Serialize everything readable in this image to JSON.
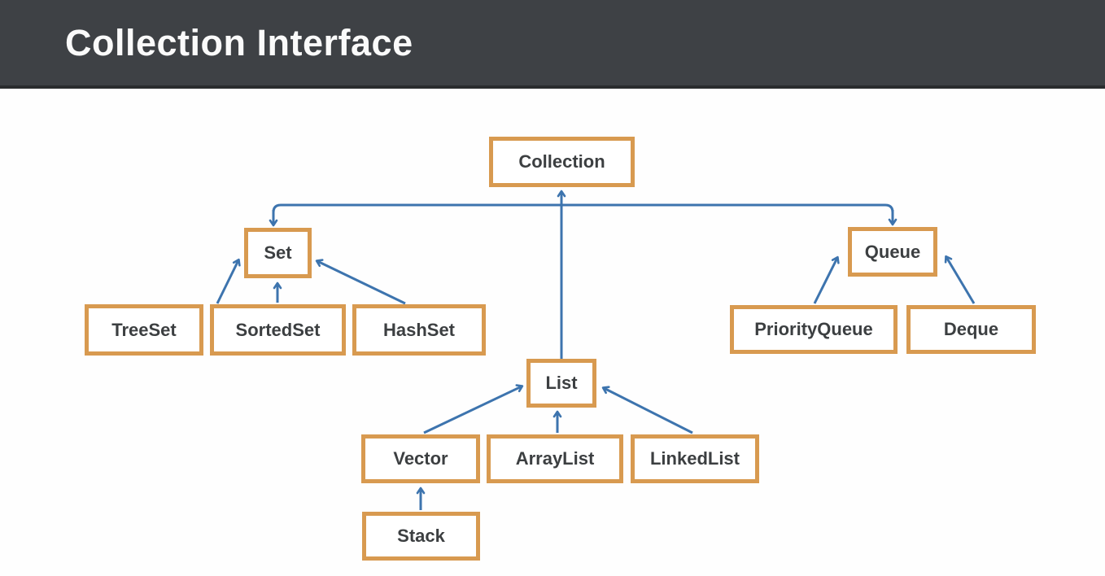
{
  "title": "Collection Interface",
  "colors": {
    "accent_orange": "#D89A50",
    "arrow_blue": "#3D74AE",
    "header_bg": "#3E4145",
    "header_border": "#2A2C2E",
    "node_text": "#3C3F41",
    "canvas_bg": "#FEFEFE",
    "title_color": "#FAFAFA"
  },
  "nodes": {
    "collection": "Collection",
    "set": "Set",
    "treeset": "TreeSet",
    "sortedset": "SortedSet",
    "hashset": "HashSet",
    "queue": "Queue",
    "priorityqueue": "PriorityQueue",
    "deque": "Deque",
    "list": "List",
    "vector": "Vector",
    "arraylist": "ArrayList",
    "linkedlist": "LinkedList",
    "stack": "Stack"
  },
  "edges": [
    {
      "from": "Set",
      "to": "Collection"
    },
    {
      "from": "Queue",
      "to": "Collection"
    },
    {
      "from": "List",
      "to": "Collection"
    },
    {
      "from": "TreeSet",
      "to": "Set"
    },
    {
      "from": "SortedSet",
      "to": "Set"
    },
    {
      "from": "HashSet",
      "to": "Set"
    },
    {
      "from": "PriorityQueue",
      "to": "Queue"
    },
    {
      "from": "Deque",
      "to": "Queue"
    },
    {
      "from": "Vector",
      "to": "List"
    },
    {
      "from": "ArrayList",
      "to": "List"
    },
    {
      "from": "LinkedList",
      "to": "List"
    },
    {
      "from": "Stack",
      "to": "Vector"
    }
  ]
}
